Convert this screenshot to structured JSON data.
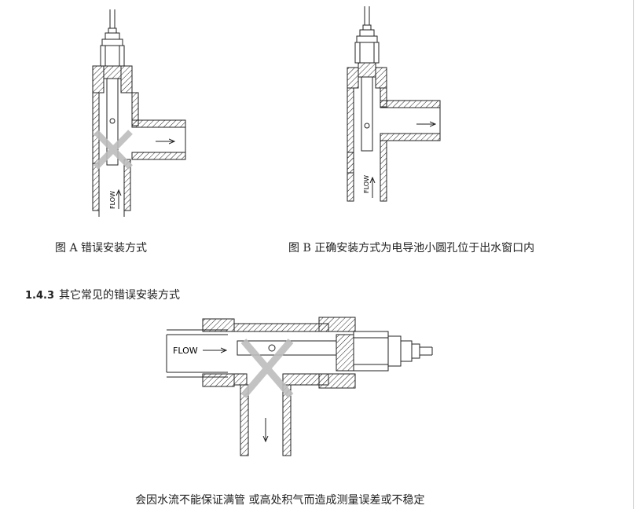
{
  "figure_a": {
    "caption": "图 A   错误安装方式",
    "flow_label": "FLOW"
  },
  "figure_b": {
    "caption": "图 B 正确安装方式为电导池小圆孔位于出水窗口内",
    "flow_label": "FLOW"
  },
  "section": {
    "number": "1.4.3",
    "title": "其它常见的错误安装方式"
  },
  "figure_c": {
    "flow_label": "FLOW",
    "caption": "会因水流不能保证满管  或高处积气而造成测量误差或不稳定"
  },
  "colors": {
    "cross_mark": "#bdbdbd",
    "line": "#222222"
  }
}
